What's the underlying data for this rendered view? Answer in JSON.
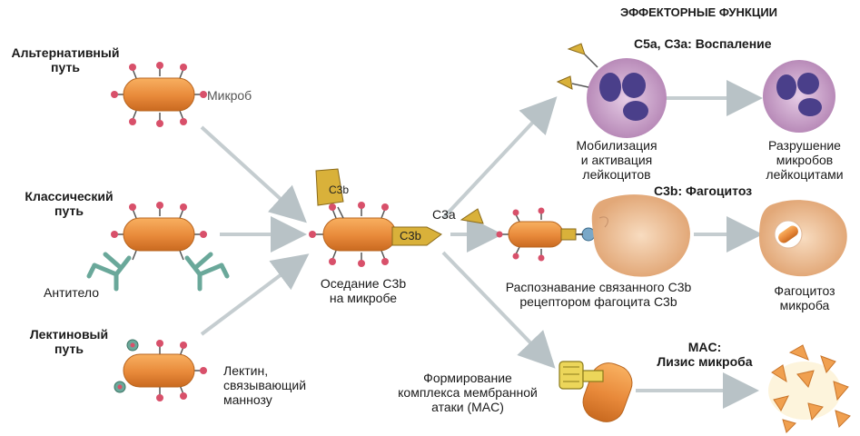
{
  "header": {
    "effector_title": "ЭФФЕКТОРНЫЕ ФУНКЦИИ"
  },
  "pathways": {
    "alternative": "Альтернативный\nпуть",
    "classical": "Классический\nпуть",
    "lectin": "Лектиновый\nпуть"
  },
  "labels": {
    "microbe": "Микроб",
    "antibody": "Антитело",
    "lectin": "Лектин,\nсвязывающий\nманнозу",
    "c3b_deposit": "Оседание C3b\nна микробе",
    "c3a": "C3a",
    "c3b_tag": "C3b",
    "c3b_tag_big": "C3b",
    "inflammation": "C5a, C3a: Воспаление",
    "mobilization": "Мобилизация\nи активация\nлейкоцитов",
    "destruction": "Разрушение\nмикробов\nлейкоцитами",
    "phagocytosis": "C3b: Фагоцитоз",
    "recognition": "Распознавание связанного C3b\nрецептором фагоцита C3b",
    "phago_result": "Фагоцитоз\nмикроба",
    "mac_form": "Формирование\nкомплекса мембранной\nатаки (MAC)",
    "mac_title": "MAC:\nЛизис микроба"
  },
  "colors": {
    "microbe": "#e8893a",
    "spike": "#d8506a",
    "c3b": "#d9b13a",
    "antibody": "#6aa89a",
    "neutrophil": "#c9a0c8",
    "nucleus": "#4a3f8a",
    "macrophage": "#f0c49a",
    "arrow": "#c5cdd0"
  }
}
